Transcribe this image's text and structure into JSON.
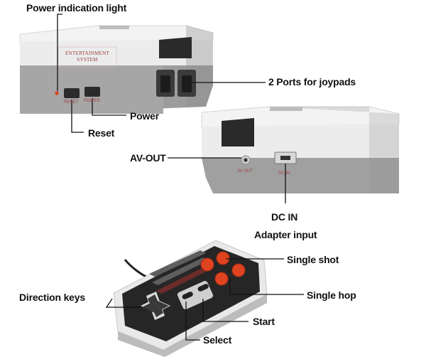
{
  "console_front": {
    "logo_line1": "ENTERTAINMENT",
    "logo_line2": "SYSTEM",
    "reset_text": "RESET",
    "power_text": "POWER"
  },
  "console_back": {
    "av_out_text": "AV OUT",
    "dc_in_text": "DC IN"
  },
  "callouts": {
    "power_indication_light": "Power indication light",
    "ports_for_joypads": "2 Ports for joypads",
    "power": "Power",
    "reset": "Reset",
    "av_out": "AV-OUT",
    "dc_in": "DC IN",
    "adapter_input": "Adapter input",
    "single_shot": "Single shot",
    "single_hop": "Single hop",
    "direction_keys": "Direction keys",
    "start": "Start",
    "select": "Select"
  },
  "colors": {
    "case_light": "#ececec",
    "case_dark": "#9a9a9a",
    "panel_black": "#2a2a2a",
    "button_red": "#e0431f",
    "led_red": "#d9421d",
    "label_text": "#111111"
  }
}
